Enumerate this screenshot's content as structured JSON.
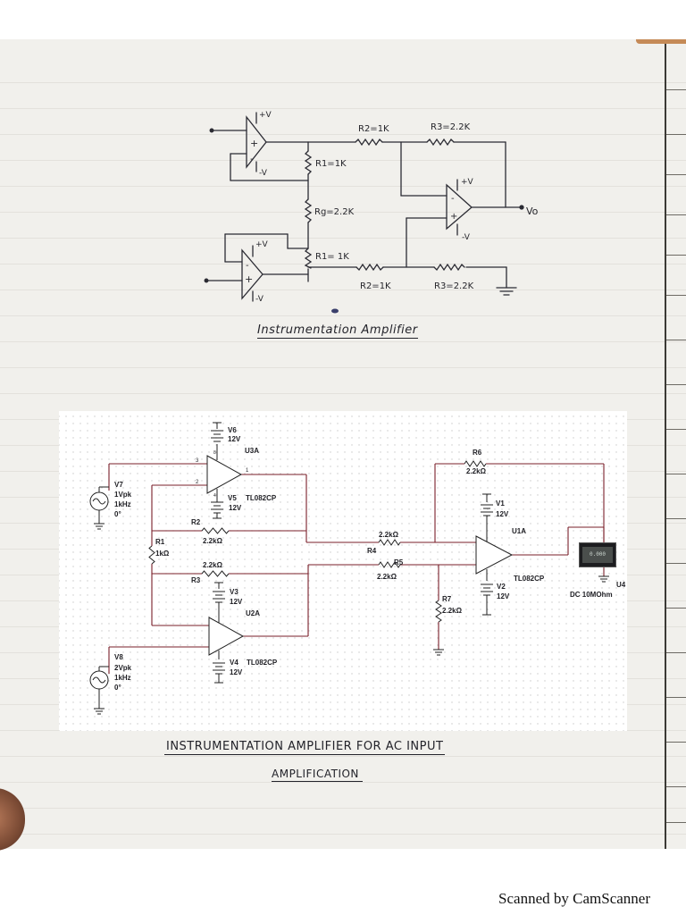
{
  "hand_diagram": {
    "title": "Instrumentation Amplifier",
    "supply_pos": "+V",
    "supply_neg": "-V",
    "r1_top": "R1=1K",
    "r1_bottom": "R1= 1K",
    "rg": "Rg=2.2K",
    "r2_top": "R2=1K",
    "r2_bottom": "R2=1K",
    "r3_top": "R3=2.2K",
    "r3_bottom": "R3=2.2K",
    "output": "Vo",
    "plus": "+",
    "minus": "-"
  },
  "schematic": {
    "caption_line1": "INSTRUMENTATION AMPLIFIER FOR AC INPUT",
    "caption_line2": "AMPLIFICATION",
    "pin3": "3",
    "pin2": "2",
    "pin1": "1",
    "pin8": "8",
    "pin4": "4",
    "v6_name": "V6",
    "v6_value": "12V",
    "u3a": "U3A",
    "v5_name": "V5",
    "v5_value": "12V",
    "tl082_top": "TL082CP",
    "v7_name": "V7",
    "v7_amp": "1Vpk",
    "v7_freq": "1kHz",
    "v7_phase": "0°",
    "r2_name": "R2",
    "r2_value": "2.2kΩ",
    "r1_name": "R1",
    "r1_value": "1kΩ",
    "r3_name": "R3",
    "r3_value": "2.2kΩ",
    "v3_name": "V3",
    "v3_value": "12V",
    "u2a": "U2A",
    "v8_name": "V8",
    "v8_amp": "2Vpk",
    "v8_freq": "1kHz",
    "v8_phase": "0°",
    "v4_name": "V4",
    "v4_value": "12V",
    "tl082_bottom": "TL082CP",
    "r4_name": "R4",
    "r4_value": "2.2kΩ",
    "r5_name": "R5",
    "r5_value": "2.2kΩ",
    "r6_name": "R6",
    "r6_value": "2.2kΩ",
    "r7_name": "R7",
    "r7_value": "2.2kΩ",
    "v1_name": "V1",
    "v1_value": "12V",
    "v2_name": "V2",
    "v2_value": "12V",
    "u1a": "U1A",
    "tl082_right": "TL082CP",
    "meter_reading": "0.000",
    "u4_name": "U4",
    "u4_spec": "DC  10MOhm"
  },
  "watermark": "Scanned by CamScanner",
  "colors": {
    "paper": "#f1f0ec",
    "ink": "#25252b",
    "schematic_bg": "#ffffff",
    "wire": "#7a1f2a",
    "grid_dot": "#c8c8c8"
  }
}
